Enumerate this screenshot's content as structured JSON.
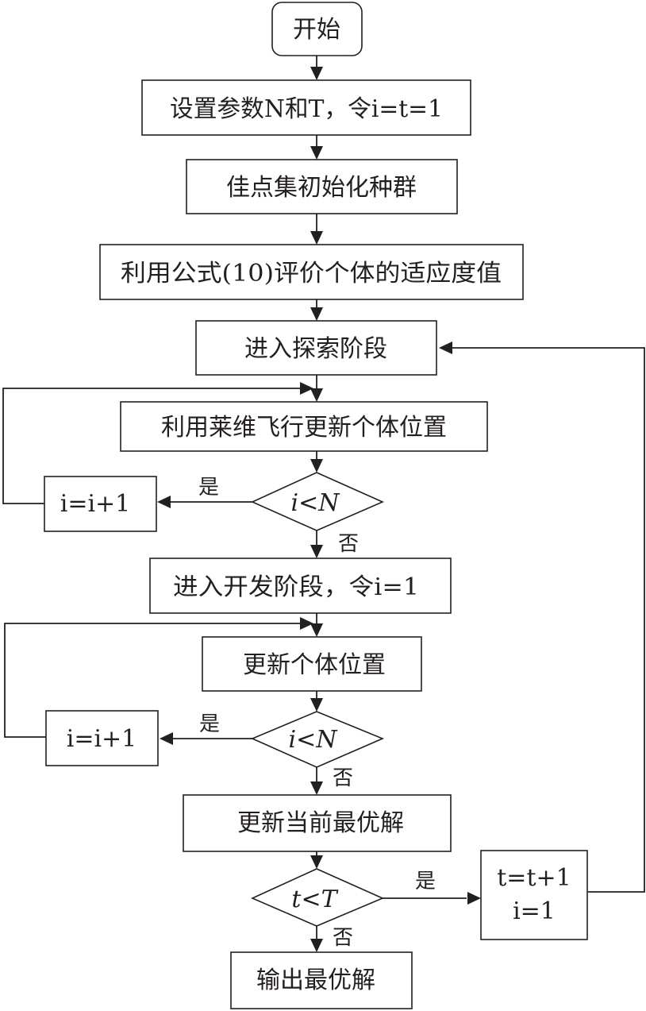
{
  "start": "开始",
  "steps": {
    "set_params": "设置参数N和T，令i=t=1",
    "init_population": "佳点集初始化种群",
    "evaluate_fitness": "利用公式(10)评价个体的适应度值",
    "explore_phase": "进入探索阶段",
    "levy_update": "利用莱维飞行更新个体位置",
    "inc_i_1": "i=i+1",
    "exploit_phase": "进入开发阶段，令i=1",
    "update_position": "更新个体位置",
    "inc_i_2": "i=i+1",
    "update_best": "更新当前最优解",
    "inc_t_line1": "t=t+1",
    "inc_t_line2": "i=1",
    "output": "输出最优解"
  },
  "decisions": {
    "i_lt_n_1": "i<N",
    "i_lt_n_2": "i<N",
    "t_lt_t": "t<T"
  },
  "branch_labels": {
    "yes": "是",
    "no": "否"
  }
}
